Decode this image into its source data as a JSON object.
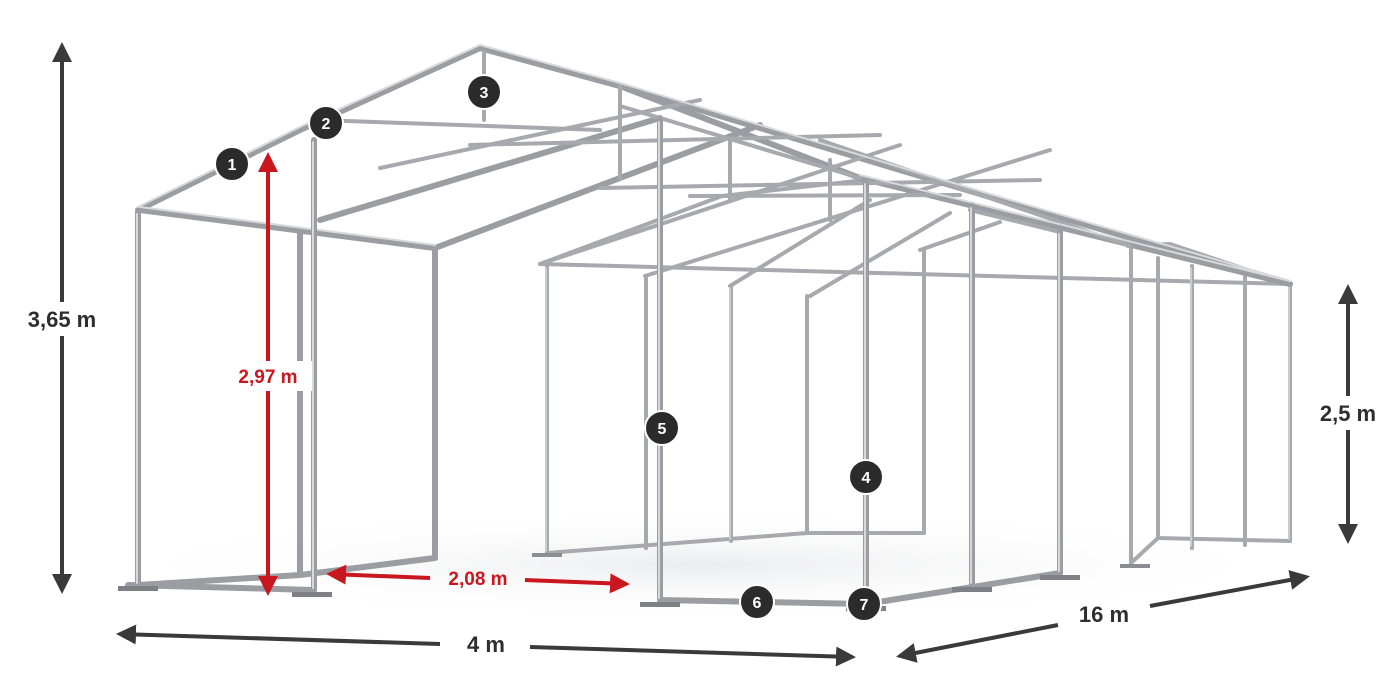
{
  "dimensions": {
    "total_height": "3,65 m",
    "side_height": "2,5 m",
    "door_height": "2,97 m",
    "door_width": "2,08 m",
    "width": "4 m",
    "length": "16 m"
  },
  "badges": [
    "1",
    "2",
    "3",
    "4",
    "5",
    "6",
    "7"
  ],
  "colors": {
    "frame": "#9a9da1",
    "arrow_dark": "#3a3a3a",
    "arrow_red": "#c8171e",
    "badge": "#2b2b2b"
  }
}
